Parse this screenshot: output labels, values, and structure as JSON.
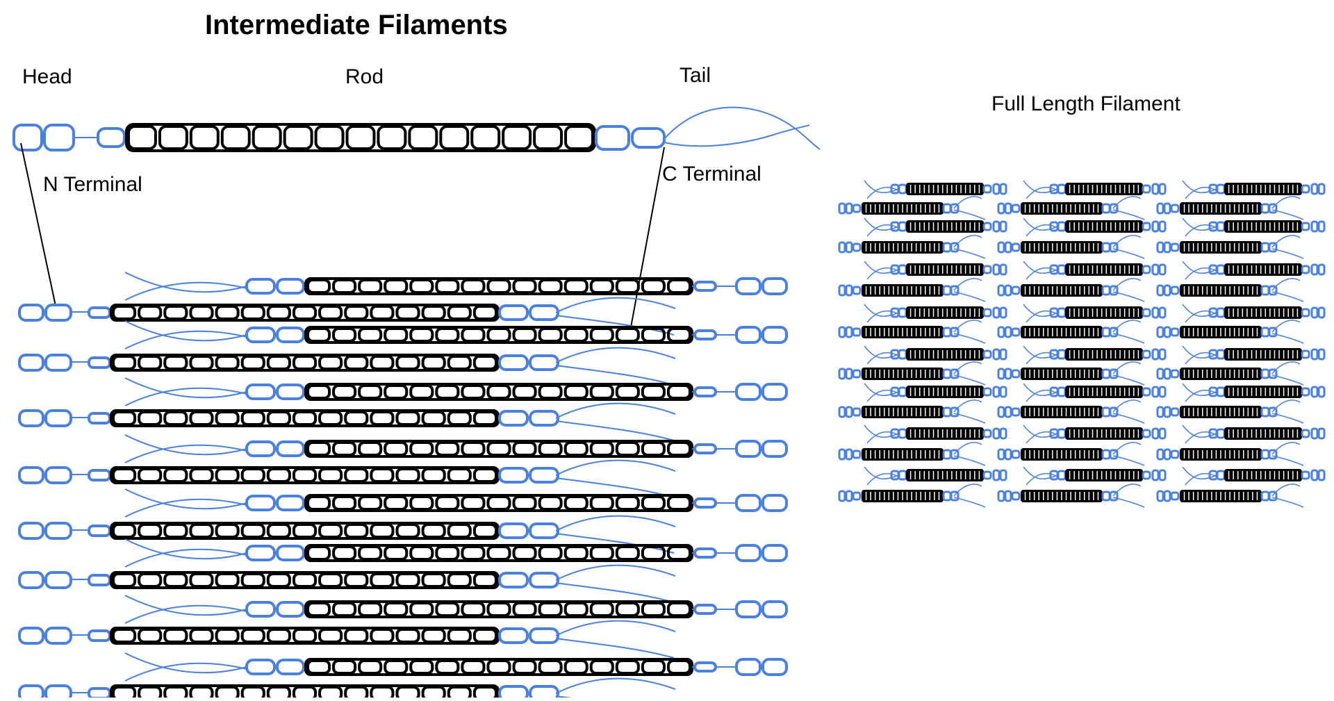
{
  "labels": {
    "title": "Intermediate Filaments",
    "head": "Head",
    "rod": "Rod",
    "tail": "Tail",
    "full_length": "Full Length Filament",
    "n_terminal": "N Terminal",
    "c_terminal": "C  Terminal"
  },
  "colors": {
    "rod": "#000000",
    "terminal": "#4a80e0",
    "background": "#ffffff"
  },
  "diagram": {
    "monomer_rod_segments": 15,
    "assembled_rod_segments": 15,
    "assembled_tetramer_rows": 8,
    "full_length_grid_columns": 3,
    "full_length_grid_rows": 8
  }
}
